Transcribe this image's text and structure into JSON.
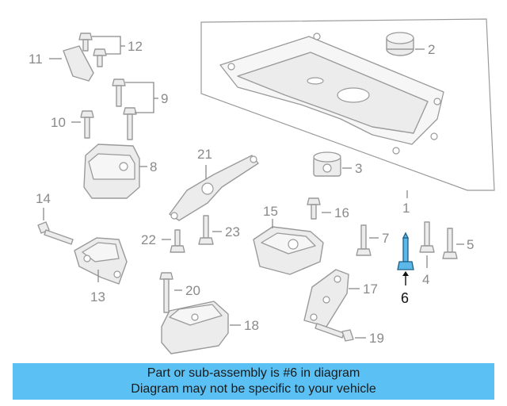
{
  "callouts": [
    "1",
    "2",
    "3",
    "4",
    "5",
    "6",
    "7",
    "8",
    "9",
    "10",
    "11",
    "12",
    "13",
    "14",
    "15",
    "16",
    "17",
    "18",
    "19",
    "20",
    "21",
    "22",
    "23"
  ],
  "highlight": {
    "part_number": "6",
    "color": "#5bb8e8"
  },
  "banner": {
    "line1": "Part or sub-assembly is #6 in diagram",
    "line2": "Diagram may not be specific to your vehicle",
    "background": "#5bc1f4"
  }
}
